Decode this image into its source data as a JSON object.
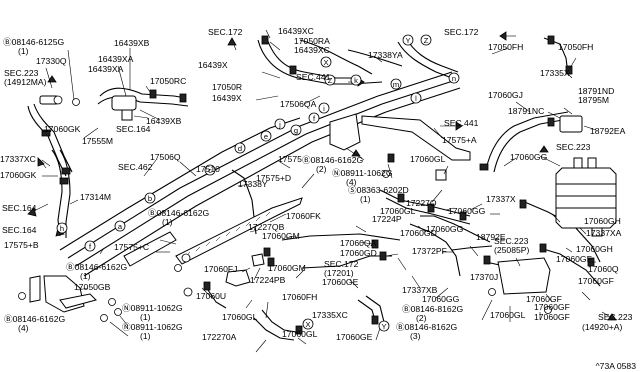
{
  "diagram_code": "^73A 0583",
  "callouts": [
    {
      "id": "c1",
      "text": "Ⓑ08146-6125G"
    },
    {
      "id": "c2",
      "text": "(1)"
    },
    {
      "id": "c3",
      "text": "17330Q"
    },
    {
      "id": "c4",
      "text": "SEC.223"
    },
    {
      "id": "c5",
      "text": "(14912MA)"
    },
    {
      "id": "c6",
      "text": "16439XB"
    },
    {
      "id": "c7",
      "text": "16439XA"
    },
    {
      "id": "c8",
      "text": "16439XA"
    },
    {
      "id": "c9",
      "text": "17050RC"
    },
    {
      "id": "c10",
      "text": "SEC.164"
    },
    {
      "id": "c11",
      "text": "16439XB"
    },
    {
      "id": "c12",
      "text": "17555M"
    },
    {
      "id": "c13",
      "text": "17060GK"
    },
    {
      "id": "c14",
      "text": "SEC.172"
    },
    {
      "id": "c15",
      "text": "16439XC"
    },
    {
      "id": "c16",
      "text": "17050RA"
    },
    {
      "id": "c17",
      "text": "16439XC"
    },
    {
      "id": "c18",
      "text": "16439X"
    },
    {
      "id": "c19",
      "text": "SEC.441"
    },
    {
      "id": "c20",
      "text": "17050R"
    },
    {
      "id": "c21",
      "text": "16439X"
    },
    {
      "id": "c22",
      "text": "17506QA"
    },
    {
      "id": "c23",
      "text": "17338YA"
    },
    {
      "id": "c24",
      "text": "SEC.172"
    },
    {
      "id": "c25",
      "text": "17050FH"
    },
    {
      "id": "c26",
      "text": "17050FH"
    },
    {
      "id": "c27",
      "text": "17335X"
    },
    {
      "id": "c28",
      "text": "18791ND"
    },
    {
      "id": "c29",
      "text": "17060GJ"
    },
    {
      "id": "c30",
      "text": "18795M"
    },
    {
      "id": "c31",
      "text": "18791NC"
    },
    {
      "id": "c32",
      "text": "18792EA"
    },
    {
      "id": "c33",
      "text": "SEC.441"
    },
    {
      "id": "c34",
      "text": "17337XC"
    },
    {
      "id": "c35",
      "text": "17060GK"
    },
    {
      "id": "c36",
      "text": "17506Q"
    },
    {
      "id": "c37",
      "text": "17575"
    },
    {
      "id": "c38",
      "text": "Ⓑ08146-6162G"
    },
    {
      "id": "c39",
      "text": "(2)"
    },
    {
      "id": "c40",
      "text": "17575+A"
    },
    {
      "id": "c41",
      "text": "17060GL"
    },
    {
      "id": "c42",
      "text": "17060GG"
    },
    {
      "id": "c43",
      "text": "SEC.223"
    },
    {
      "id": "c44",
      "text": "SEC.462"
    },
    {
      "id": "c45",
      "text": "17510"
    },
    {
      "id": "c46",
      "text": "17338Y"
    },
    {
      "id": "c47",
      "text": "Ⓝ08911-1062G"
    },
    {
      "id": "c48",
      "text": "(4)"
    },
    {
      "id": "c49",
      "text": "17575+D"
    },
    {
      "id": "c50",
      "text": "17314M"
    },
    {
      "id": "c51",
      "text": "SEC.164"
    },
    {
      "id": "c52",
      "text": "SEC.164"
    },
    {
      "id": "c53",
      "text": "Ⓢ08363-6202D"
    },
    {
      "id": "c54",
      "text": "(1)"
    },
    {
      "id": "c55",
      "text": "17227Q"
    },
    {
      "id": "c56",
      "text": "17060GL"
    },
    {
      "id": "c57",
      "text": "17337X"
    },
    {
      "id": "c58",
      "text": "17060GG"
    },
    {
      "id": "c59",
      "text": "17060GH"
    },
    {
      "id": "c60",
      "text": "17337XA"
    },
    {
      "id": "c61",
      "text": "Ⓑ08146-6162G"
    },
    {
      "id": "c62",
      "text": "(1)"
    },
    {
      "id": "c63",
      "text": "17060FK"
    },
    {
      "id": "c64",
      "text": "17224P"
    },
    {
      "id": "c65",
      "text": "17060GD"
    },
    {
      "id": "c66",
      "text": "17060GG"
    },
    {
      "id": "c67",
      "text": "17575+B"
    },
    {
      "id": "c68",
      "text": "17575+C"
    },
    {
      "id": "c69",
      "text": "17227QB"
    },
    {
      "id": "c70",
      "text": "17060GM"
    },
    {
      "id": "c71",
      "text": "17060QA"
    },
    {
      "id": "c72",
      "text": "18792E"
    },
    {
      "id": "c73",
      "text": "SEC.223"
    },
    {
      "id": "c74",
      "text": "(25085P)"
    },
    {
      "id": "c75",
      "text": "17060GH"
    },
    {
      "id": "c76",
      "text": "Ⓑ08146-6162G"
    },
    {
      "id": "c77",
      "text": "(1)"
    },
    {
      "id": "c78",
      "text": "17060GD"
    },
    {
      "id": "c79",
      "text": "17372PF"
    },
    {
      "id": "c80",
      "text": "17060GF"
    },
    {
      "id": "c81",
      "text": "17050GB"
    },
    {
      "id": "c82",
      "text": "17060FJ"
    },
    {
      "id": "c83",
      "text": "17060GM"
    },
    {
      "id": "c84",
      "text": "SEC.172"
    },
    {
      "id": "c85",
      "text": "(17201)"
    },
    {
      "id": "c86",
      "text": "17060Q"
    },
    {
      "id": "c87",
      "text": "17060GF"
    },
    {
      "id": "c88",
      "text": "17224PB"
    },
    {
      "id": "c89",
      "text": "17060GE"
    },
    {
      "id": "c90",
      "text": "17370J"
    },
    {
      "id": "c91",
      "text": "17060U"
    },
    {
      "id": "c92",
      "text": "17337XB"
    },
    {
      "id": "c93",
      "text": "17060GG"
    },
    {
      "id": "c94",
      "text": "17060GF"
    },
    {
      "id": "c95",
      "text": "Ⓝ08911-1062G"
    },
    {
      "id": "c96",
      "text": "(1)"
    },
    {
      "id": "c97",
      "text": "17060FH"
    },
    {
      "id": "c98",
      "text": "17060GL"
    },
    {
      "id": "c99",
      "text": "17060GF"
    },
    {
      "id": "c100",
      "text": "Ⓑ08146-6162G"
    },
    {
      "id": "c101",
      "text": "(4)"
    },
    {
      "id": "c102",
      "text": "Ⓝ08911-1062G"
    },
    {
      "id": "c103",
      "text": "(1)"
    },
    {
      "id": "c104",
      "text": "17335XC"
    },
    {
      "id": "c105",
      "text": "Ⓑ08146-8162G"
    },
    {
      "id": "c106",
      "text": "(2)"
    },
    {
      "id": "c107",
      "text": "17060GF"
    },
    {
      "id": "c108",
      "text": "SEC.223"
    },
    {
      "id": "c109",
      "text": "17060GL"
    },
    {
      "id": "c110",
      "text": "Ⓑ08146-8162G"
    },
    {
      "id": "c111",
      "text": "(3)"
    },
    {
      "id": "c112",
      "text": "17060GE"
    },
    {
      "id": "c113",
      "text": "(14920+A)"
    },
    {
      "id": "c114",
      "text": "17060GL"
    },
    {
      "id": "c115",
      "text": "172270A"
    }
  ],
  "letter_markers": [
    {
      "id": "m1",
      "letter": "Y"
    },
    {
      "id": "m2",
      "letter": "Z"
    },
    {
      "id": "m3",
      "letter": "X"
    },
    {
      "id": "m4",
      "letter": "k"
    },
    {
      "id": "m5",
      "letter": "n"
    },
    {
      "id": "m6",
      "letter": "m"
    },
    {
      "id": "m7",
      "letter": "l"
    },
    {
      "id": "m8",
      "letter": "j"
    },
    {
      "id": "m9",
      "letter": "i"
    },
    {
      "id": "m10",
      "letter": "f"
    },
    {
      "id": "m11",
      "letter": "g"
    },
    {
      "id": "m12",
      "letter": "e"
    },
    {
      "id": "m13",
      "letter": "d"
    },
    {
      "id": "m14",
      "letter": "c"
    },
    {
      "id": "m15",
      "letter": "b"
    },
    {
      "id": "m16",
      "letter": "a"
    },
    {
      "id": "m17",
      "letter": "h"
    },
    {
      "id": "m18",
      "letter": "f"
    },
    {
      "id": "m19",
      "letter": "X"
    },
    {
      "id": "m20",
      "letter": "Y"
    },
    {
      "id": "m21",
      "letter": "Z"
    }
  ]
}
